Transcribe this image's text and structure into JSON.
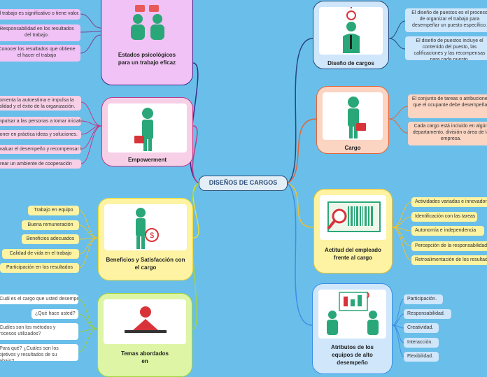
{
  "center": "DISEÑOS DE CARGOS",
  "topics": {
    "estados": {
      "label": "Estados psicológicos para un trabajo eficaz",
      "leaves": [
        "El trabajo es significativo o tiene valor.",
        "Responsabilidad en los resultados del trabajo.",
        "Conocer los resultados que obtiene el hacer el trabajo"
      ]
    },
    "empowerment": {
      "label": "Empowerment",
      "leaves": [
        "Fomenta la autoestima e impulsa la calidad y el éxito de la organización.",
        "Impulsar a las personas a tomar iniciativas.",
        "Poner en práctica ideas y soluciones.",
        "Evaluar el desempeño y recompensar los resultados",
        "Crear un ambiente de cooperación"
      ]
    },
    "beneficios": {
      "label": "Beneficios y Satisfacción con el cargo",
      "leaves": [
        "Trabajo en equipo",
        "Buena remuneración",
        "Beneficios adecuados",
        "Calidad de vida en el trabajo",
        "Participación en los resultados"
      ]
    },
    "temas": {
      "label": "Temas abordados en",
      "leaves": [
        "¿Cuál es el cargo que usted desempeña?",
        "¿Qué hace usted?",
        "¿Cuáles son los métodos y procesos utilizados?",
        "¿Para qué? ¿Cuáles son los objetivos y resultados de su trabajo?"
      ]
    },
    "diseno": {
      "label": "Diseño de cargos",
      "leaves": [
        "El diseño de puestos es el proceso de organizar el trabajo para desempeñar un puesto específico.",
        "El diseño de puestos incluye el contenido del puesto, las calificaciones y las recompensas para cada puesto."
      ]
    },
    "cargo": {
      "label": "Cargo",
      "leaves": [
        "El conjunto de tareas o atribuciones que el ocupante debe desempeñar",
        "Cada cargo está incluido en algún departamento, división o área de la empresa."
      ]
    },
    "actitud": {
      "label": "Actitud del empleado frente al cargo",
      "leaves": [
        "Actividades variadas e innovadoras",
        "Identificación con las tareas",
        "Autonomía e independencia",
        "Percepción de la responsabilidad",
        "Retroalimentación de los resultados"
      ]
    },
    "atributos": {
      "label": "Atributos de los equipos de alto desempeño",
      "leaves": [
        "Participación.",
        "Responsabilidad.",
        "Creatividad.",
        "Interacción.",
        "Flexibilidad."
      ]
    }
  },
  "colors": {
    "background": "#69bfe9",
    "purple": "#f1c2f6",
    "pink": "#f7d0e8",
    "blue": "#cfe6fb",
    "orange": "#fbd4c2",
    "yellow": "#fdf3a2",
    "green": "#ddf5a4"
  }
}
